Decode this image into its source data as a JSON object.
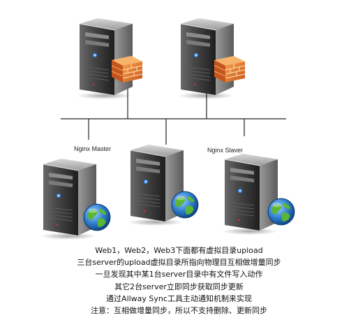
{
  "nodes": {
    "nginx_master_label": "Nginx Master",
    "nginx_slaver_label": "Nginx Slaver"
  },
  "caption": {
    "lines": [
      "Web1，Web2，Web3下面都有虚拟目录upload",
      "三台server的upload虚拟目录所指向物理目互相做增量同步",
      "一旦发现其中某1台server目录中有文件写入动作",
      "其它2台server立即同步获取同步更新",
      "通过Allway Sync工具主动通知机制来实现",
      "注意：互相做增量同步，所以不支持删除、更新同步"
    ]
  },
  "colors": {
    "server_body": "#3a3a3a",
    "firewall": "#e8742a",
    "globe_water": "#2f7fd0",
    "globe_land": "#5bb536",
    "network_line": "#222222",
    "power_led": "#2a8cff"
  },
  "icons": [
    "server-icon",
    "firewall-icon",
    "globe-icon"
  ]
}
